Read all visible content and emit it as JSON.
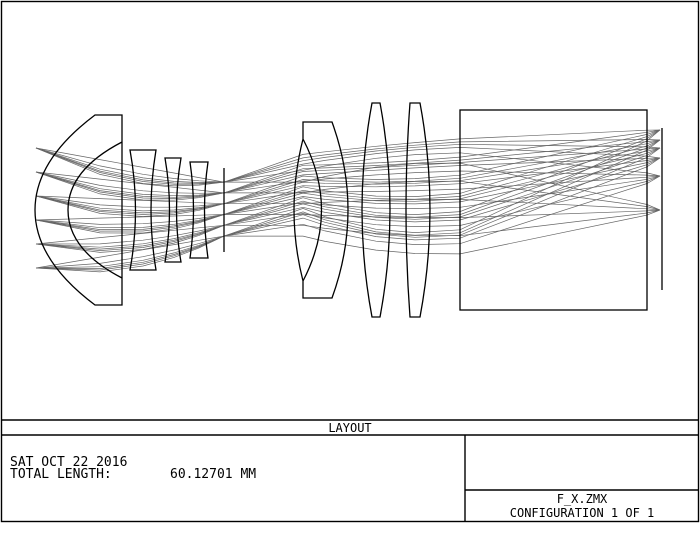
{
  "plot": {
    "title": "LAYOUT"
  },
  "info": {
    "date": "SAT OCT 22 2016",
    "total_length_label": "TOTAL LENGTH:",
    "total_length_value": "60.12701 MM"
  },
  "file": {
    "name": "F_X.ZMX",
    "configuration": "CONFIGURATION  1  OF  1"
  },
  "colors": {
    "line": "#000000",
    "ray": "#666666",
    "background": "#ffffff"
  }
}
